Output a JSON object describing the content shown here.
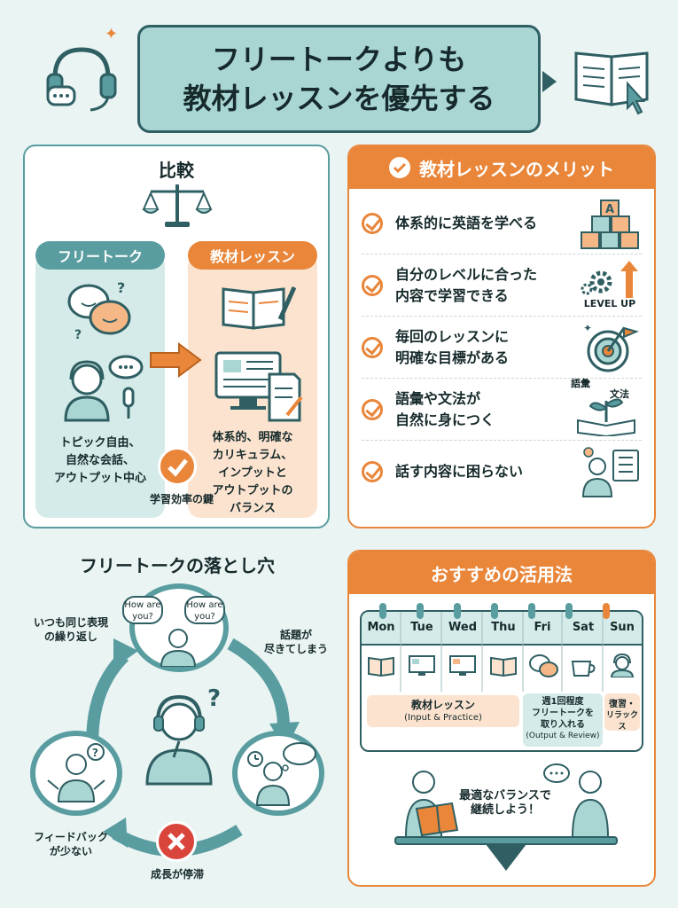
{
  "title": {
    "line1": "フリートークよりも",
    "line2": "教材レッスンを優先する"
  },
  "comparison": {
    "heading": "比較",
    "free_talk": {
      "label": "フリートーク",
      "text": [
        "トピック自由、",
        "自然な会話、",
        "アウトプット中心"
      ]
    },
    "lesson": {
      "label": "教材レッスン",
      "text": [
        "体系的、明確な",
        "カリキュラム、",
        "インプットと",
        "アウトプットの",
        "バランス"
      ]
    },
    "key_label": "学習効率の鍵"
  },
  "merits": {
    "heading": "教材レッスンのメリット",
    "items": [
      {
        "lines": [
          "体系的に英語を学べる"
        ]
      },
      {
        "lines": [
          "自分のレベルに合った",
          "内容で学習できる"
        ]
      },
      {
        "lines": [
          "毎回のレッスンに",
          "明確な目標がある"
        ]
      },
      {
        "lines": [
          "語彙や文法が",
          "自然に身につく"
        ]
      },
      {
        "lines": [
          "話す内容に困らない"
        ]
      }
    ],
    "block_letter": "A",
    "level_up": "LEVEL UP",
    "vocab": "語彙",
    "grammar": "文法"
  },
  "pitfalls": {
    "heading": "フリートークの落とし穴",
    "bubble1": [
      "How are",
      "you?"
    ],
    "bubble2": [
      "How are",
      "you?"
    ],
    "repeat": [
      "いつも同じ表現",
      "の繰り返し"
    ],
    "topics": [
      "話題が",
      "尽きてしまう"
    ],
    "feedback": [
      "フィードバック",
      "が少ない"
    ],
    "stagnation": "成長が停滞",
    "question": "?"
  },
  "usage": {
    "heading": "おすすめの活用法",
    "days": [
      "Mon",
      "Tue",
      "Wed",
      "Thu",
      "Fri",
      "Sat",
      "Sun"
    ],
    "lesson_block": {
      "title": "教材レッスン",
      "sub": "(Input & Practice)"
    },
    "fri_block": {
      "lines": [
        "週1回程度",
        "フリートークを",
        "取り入れる"
      ],
      "sub": "(Output & Review)"
    },
    "sun_block": {
      "lines": [
        "復習・",
        "リラックス"
      ]
    },
    "balance": [
      "最適なバランスで",
      "継続しよう！"
    ]
  },
  "colors": {
    "teal": "#5a9da0",
    "orange": "#e9863a",
    "bg": "#e9f4f3",
    "red": "#d9443b"
  }
}
